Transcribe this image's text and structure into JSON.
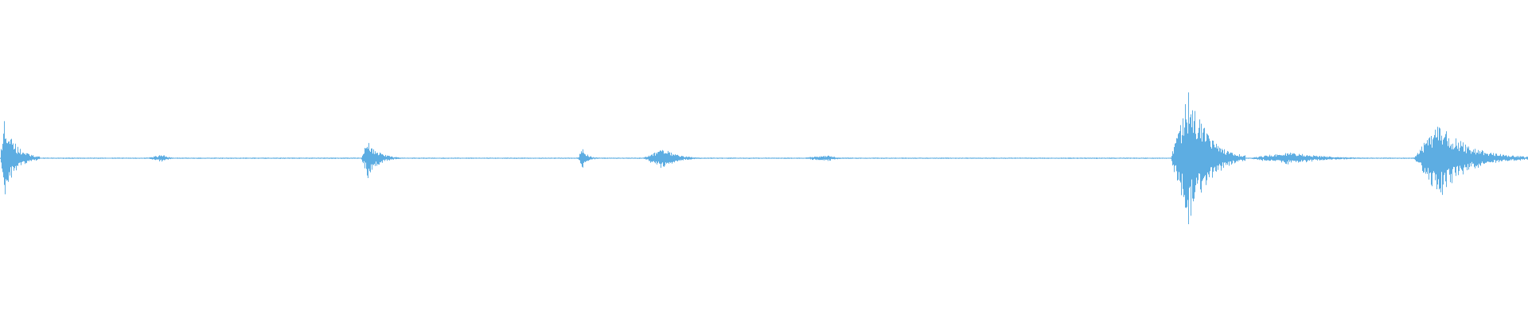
{
  "waveform": {
    "color": "#5dade2",
    "background": "#ffffff",
    "noise_floor": 0.004,
    "bursts": [
      {
        "start": 0.0,
        "end": 0.026,
        "peak": 0.26,
        "attack": 0.08
      },
      {
        "start": 0.095,
        "end": 0.118,
        "peak": 0.025,
        "attack": 0.5
      },
      {
        "start": 0.236,
        "end": 0.262,
        "peak": 0.12,
        "attack": 0.18
      },
      {
        "start": 0.378,
        "end": 0.392,
        "peak": 0.07,
        "attack": 0.2
      },
      {
        "start": 0.42,
        "end": 0.46,
        "peak": 0.07,
        "attack": 0.35
      },
      {
        "start": 0.523,
        "end": 0.56,
        "peak": 0.02,
        "attack": 0.5
      },
      {
        "start": 0.766,
        "end": 0.815,
        "peak": 0.45,
        "attack": 0.25
      },
      {
        "start": 0.815,
        "end": 0.91,
        "peak": 0.04,
        "attack": 0.3
      },
      {
        "start": 0.925,
        "end": 1.0,
        "peak": 0.24,
        "attack": 0.22
      }
    ]
  }
}
